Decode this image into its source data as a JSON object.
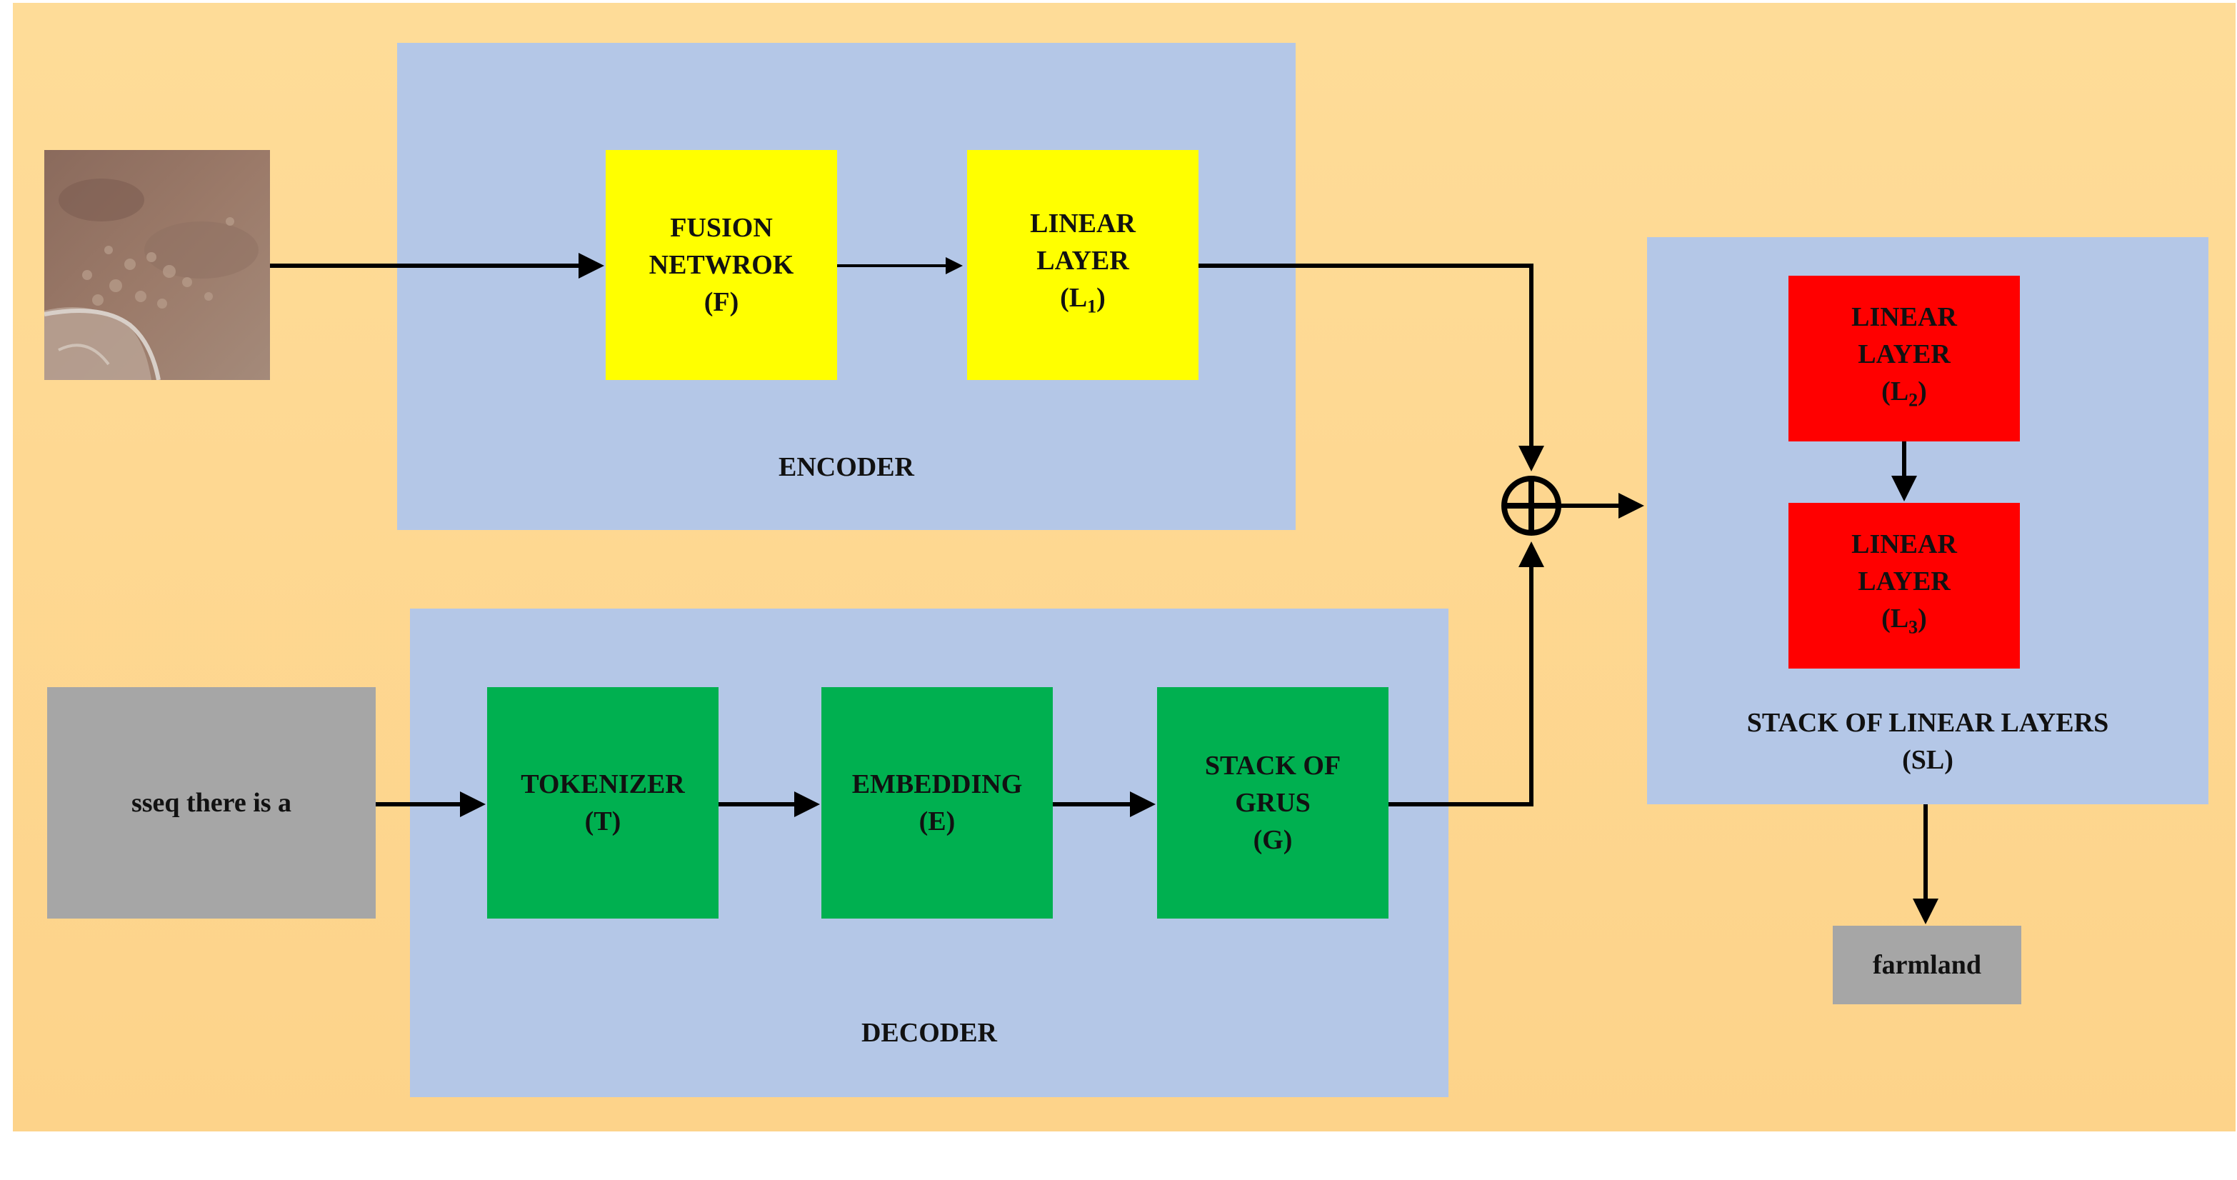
{
  "encoder": {
    "label": "ENCODER",
    "fusion": {
      "line1": "FUSION",
      "line2": "NETWROK",
      "line3": "(F)"
    },
    "linear1": {
      "line1": "LINEAR",
      "line2": "LAYER",
      "sym": "(L",
      "sub": "1",
      "close": ")"
    }
  },
  "decoder": {
    "label": "DECODER",
    "input_text": "sseq there is a",
    "tokenizer": {
      "line1": "TOKENIZER",
      "line2": "(T)"
    },
    "embedding": {
      "line1": "EMBEDDING",
      "line2": "(E)"
    },
    "grus": {
      "line1": "STACK OF",
      "line2": "GRUS",
      "line3": "(G)"
    }
  },
  "stack": {
    "label_line1": "STACK OF LINEAR LAYERS",
    "label_line2": "(SL)",
    "linear2": {
      "line1": "LINEAR",
      "line2": "LAYER",
      "sym": "(L",
      "sub": "2",
      "close": ")"
    },
    "linear3": {
      "line1": "LINEAR",
      "line2": "LAYER",
      "sym": "(L",
      "sub": "3",
      "close": ")"
    }
  },
  "output": {
    "text": "farmland"
  },
  "colors": {
    "background": "#fdd68f",
    "panel": "#b4c7e7",
    "encoder_block": "#ffff00",
    "decoder_block": "#00b050",
    "stack_block": "#ff0000",
    "io_block": "#a6a6a6"
  },
  "icons": {
    "combine": "circle-plus-icon",
    "input_image": "satellite-image"
  }
}
